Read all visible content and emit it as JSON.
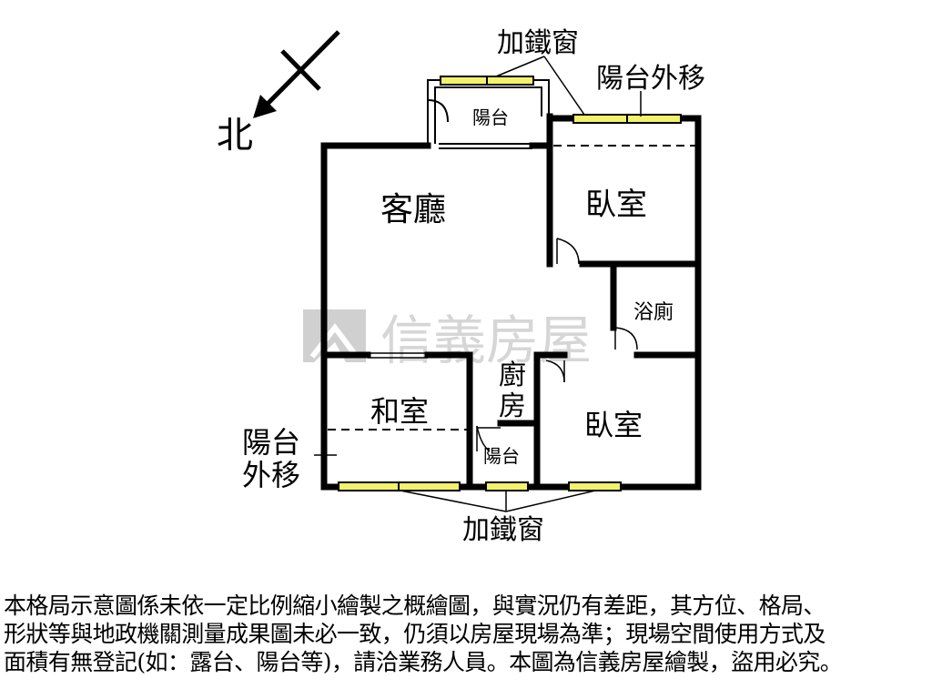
{
  "compass": {
    "north_label": "北"
  },
  "labels": {
    "iron_window_top": "加鐵窗",
    "balcony_moved_top": "陽台外移",
    "balcony_top": "陽台",
    "living_room": "客廳",
    "bedroom_ne": "臥室",
    "bathroom": "浴廁",
    "kitchen_line1": "廚",
    "kitchen_line2": "房",
    "japanese_room": "和室",
    "bedroom_se": "臥室",
    "balcony_small": "陽台",
    "balcony_moved_left_line1": "陽台",
    "balcony_moved_left_line2": "外移",
    "iron_window_bottom": "加鐵窗"
  },
  "watermark": {
    "brand": "信義房屋"
  },
  "colors": {
    "wall": "#000000",
    "window_fill": "#f2f26b",
    "watermark": "#cfcfcf"
  },
  "disclaimer": [
    "本格局示意圖係未依一定比例縮小繪製之概繪圖，與實況仍有差距，其方位、格局、",
    "形狀等與地政機關測量成果圖未必一致，仍須以房屋現場為準；現場空間使用方式及",
    "面積有無登記(如：露台、陽台等)，請洽業務人員。本圖為信義房屋繪製，盜用必究。"
  ]
}
